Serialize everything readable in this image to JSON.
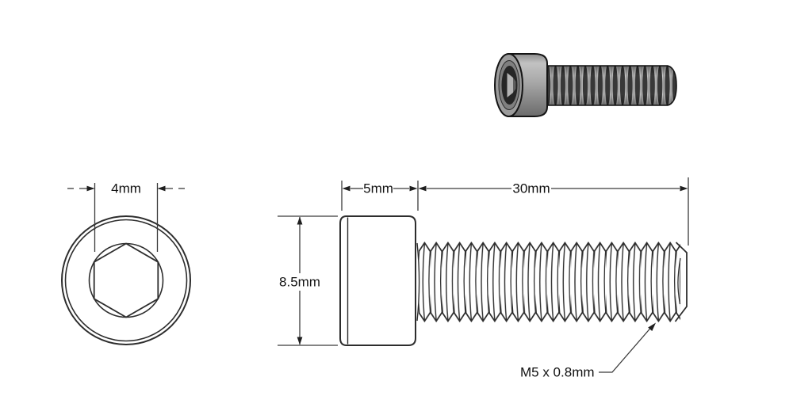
{
  "figure": {
    "kind": "technical-drawing of socket head cap screw"
  },
  "dimensions": {
    "socket_across_flats": "4mm",
    "head_length": "5mm",
    "thread_length": "30mm",
    "head_diameter": "8.5mm",
    "thread_spec": "M5 x 0.8mm"
  },
  "colors": {
    "background": "#ffffff",
    "object_line": "#2d2d2d",
    "dimension_line": "#3a3a3a",
    "text": "#111111",
    "metal_light": "#c2c2c2",
    "metal_mid": "#9c9c9c",
    "metal_dark": "#6b6b6b",
    "thread_dark": "#383838",
    "socket_dark": "#262626"
  }
}
